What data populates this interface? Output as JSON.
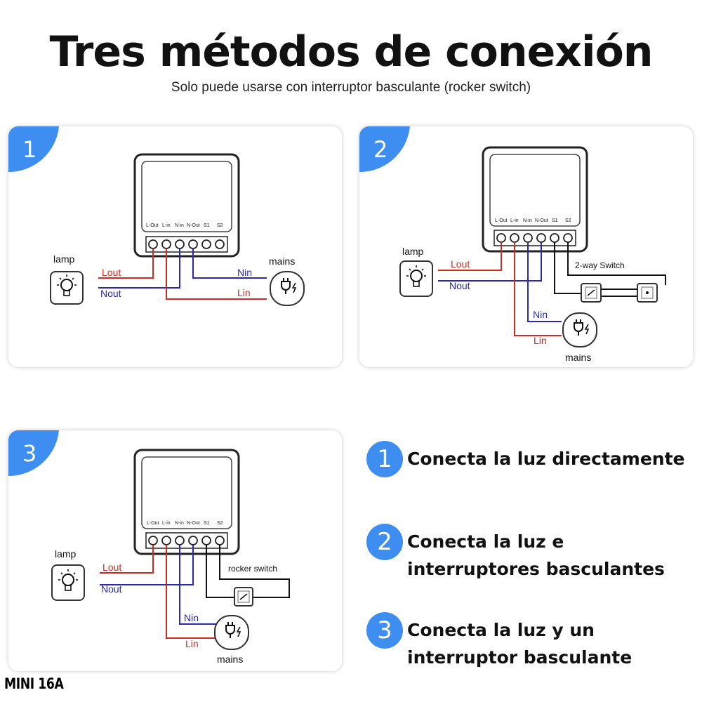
{
  "header": {
    "title": "Tres métodos de conexión",
    "subtitle": "Solo puede usarse con interruptor basculante (rocker switch)"
  },
  "terminals": [
    "L-Out",
    "L-in",
    "N-in",
    "N-Out",
    "S1",
    "S2"
  ],
  "panels": [
    {
      "number": "1",
      "lamp": "lamp",
      "mains": "mains",
      "lout": "Lout",
      "nout": "Nout",
      "nin": "Nin",
      "lin": "Lin"
    },
    {
      "number": "2",
      "lamp": "lamp",
      "mains": "mains",
      "lout": "Lout",
      "nout": "Nout",
      "nin": "Nin",
      "lin": "Lin",
      "switch": "2-way Switch"
    },
    {
      "number": "3",
      "lamp": "lamp",
      "mains": "mains",
      "lout": "Lout",
      "nout": "Nout",
      "nin": "Nin",
      "lin": "Lin",
      "switch": "rocker switch"
    }
  ],
  "legend": [
    {
      "number": "1",
      "line1": "Conecta la luz directamente",
      "line2": ""
    },
    {
      "number": "2",
      "line1": "Conecta la luz e",
      "line2": "interruptores basculantes"
    },
    {
      "number": "3",
      "line1": "Conecta la luz y un",
      "line2": "interruptor basculante"
    }
  ],
  "footer": {
    "brand": "MINI 16A"
  },
  "colors": {
    "accent": "#3d8ef0",
    "live": "#d42a1e",
    "neutral": "#2828b4",
    "wire": "#111111"
  }
}
